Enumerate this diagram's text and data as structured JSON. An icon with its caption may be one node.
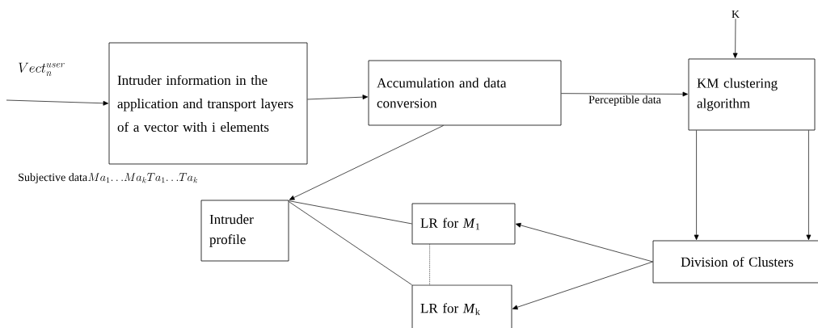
{
  "diagram": {
    "nodes": [
      {
        "text": [
          "Intruder information in the application and transport layers of a vector with i elements"
        ]
      },
      {
        "text": [
          "Accumulation and data conversion"
        ]
      },
      {
        "text": [
          "KM clustering algorithm"
        ]
      },
      {
        "text": [
          "K"
        ]
      },
      {
        "text": [
          "Intruder profile"
        ]
      },
      {
        "text": [
          "LR for *M*$_{1}$"
        ]
      },
      {
        "text": [
          "LR for *M*$_{k}$"
        ]
      },
      {
        "text": [
          "Division of Clusters"
        ]
      }
    ],
    "edges": [
      {
        "from": null,
        "to": 0,
        "arrow": "to"
      },
      {
        "from": 0,
        "to": 1,
        "arrow": "to"
      },
      {
        "from": 1,
        "to": 2,
        "arrow": "to",
        "label": "Perceptible data"
      },
      {
        "from": 3,
        "to": 2,
        "arrow": "to"
      },
      {
        "from": 2,
        "to": 7,
        "arrow": "to"
      },
      {
        "from": 2,
        "to": 7,
        "arrow": "to"
      },
      {
        "from": 1,
        "to": 4,
        "arrow": "to"
      },
      {
        "from": 5,
        "to": 4,
        "arrow": "none"
      },
      {
        "from": 6,
        "to": 4,
        "arrow": "none"
      },
      {
        "from": 5,
        "to": 6,
        "arrow": "none",
        "style": "dashed"
      },
      {
        "from": 7,
        "to": 5,
        "arrow": "to"
      },
      {
        "from": 7,
        "to": 6,
        "arrow": "to"
      }
    ],
    "labels": [
      "Vect_n^{user}",
      "Subjective data",
      "Ma_1{\\ldots}Ma_kTa_1{\\ldots}Ta_k"
    ]
  }
}
